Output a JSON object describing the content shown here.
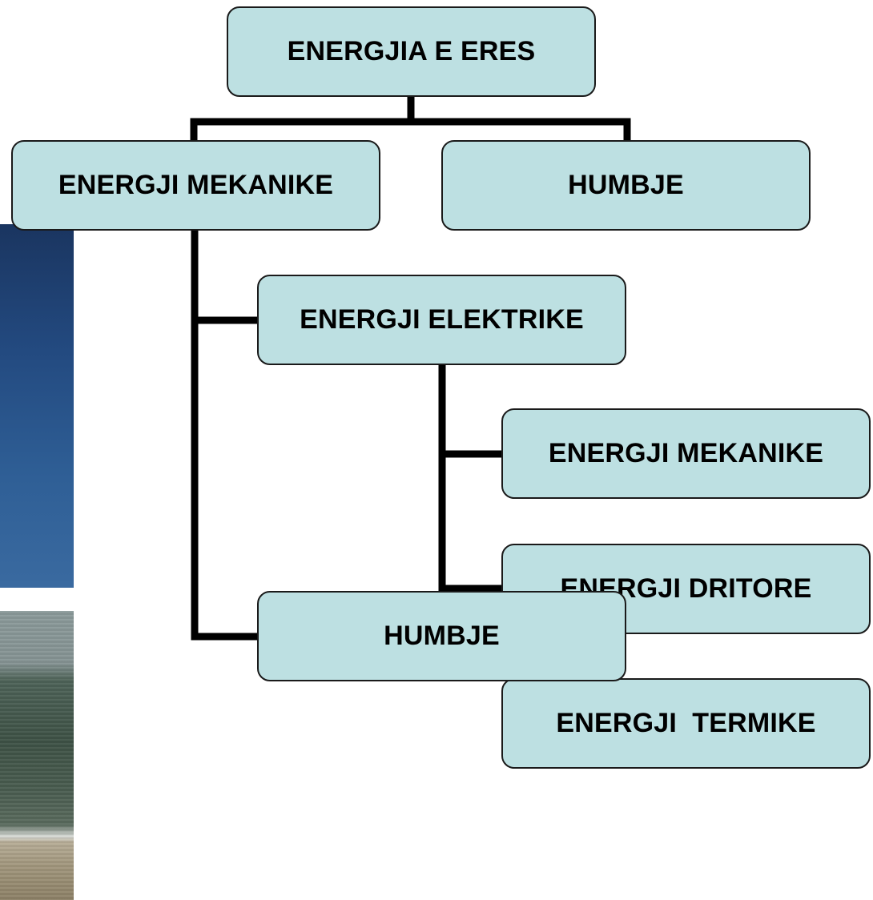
{
  "diagram": {
    "root": "ENERGJIA E ERES",
    "branch_left": "ENERGJI MEKANIKE",
    "branch_right": "HUMBJE",
    "level2": "ENERGJI ELEKTRIKE",
    "level3": [
      "ENERGJI MEKANIKE",
      "ENERGJI DRITORE",
      "ENERGJI  TERMIKE"
    ],
    "loss_bottom": "HUMBJE"
  },
  "colors": {
    "node_fill": "#bde0e2",
    "node_border": "#1a1a1a",
    "connector": "#000000"
  }
}
